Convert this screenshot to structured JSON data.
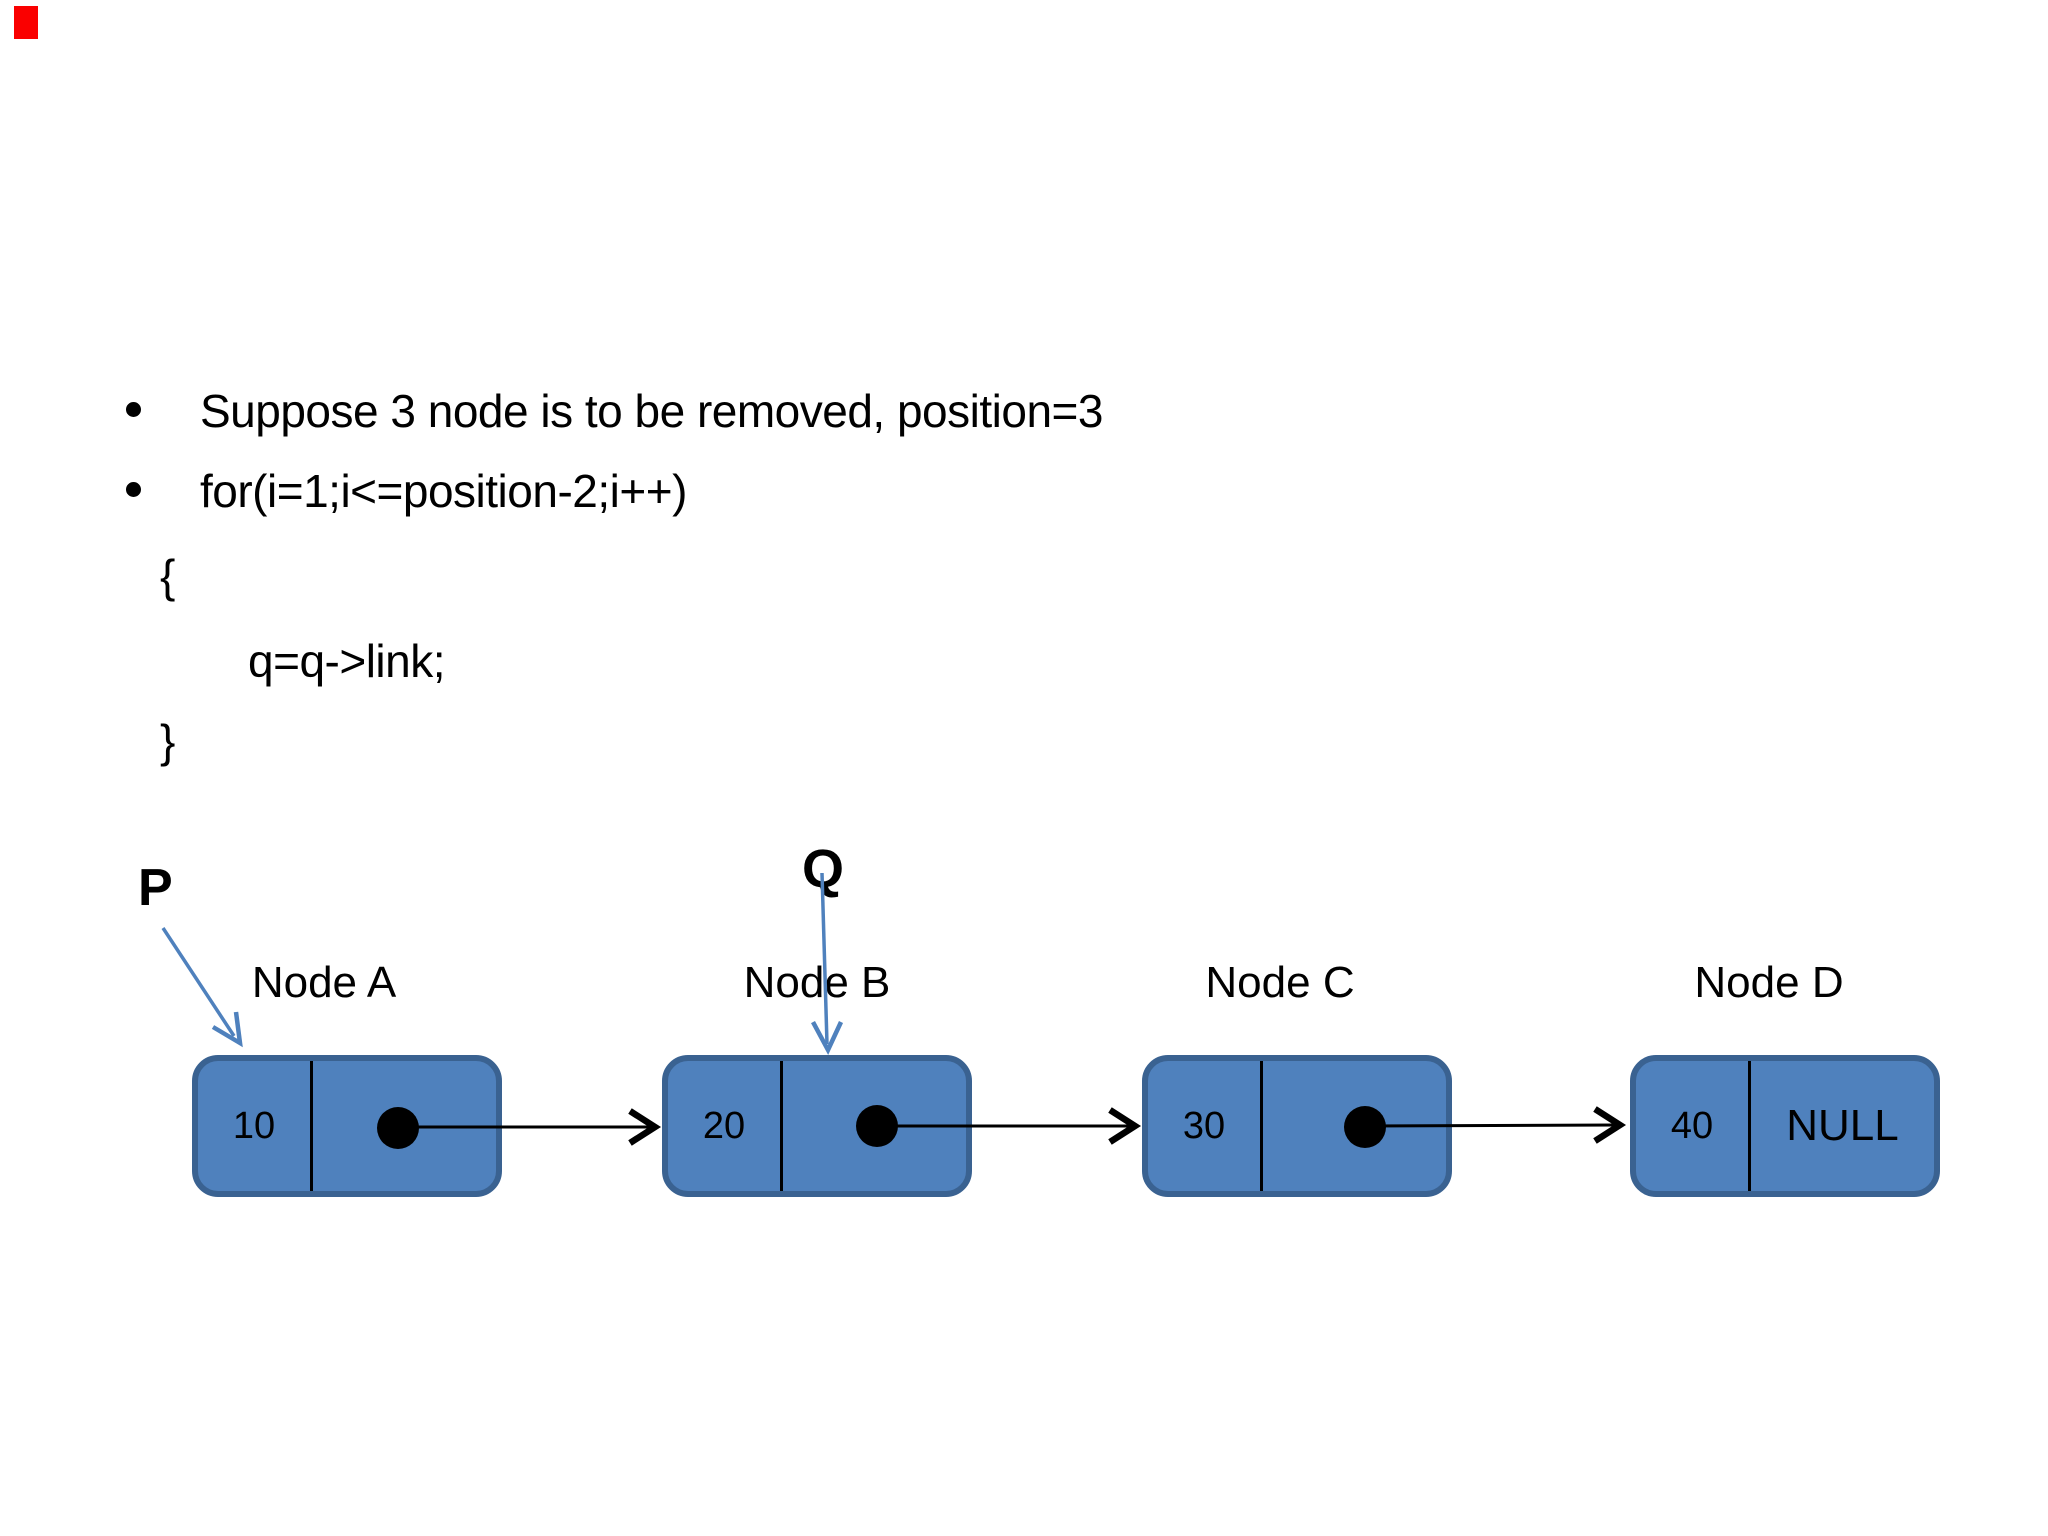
{
  "annotation_marker": {
    "color": "#fa0000"
  },
  "content": {
    "lines": [
      {
        "bullet": true,
        "text": "Suppose 3 node is to be removed, position=3"
      },
      {
        "bullet": true,
        "text": "for(i=1;i<=position-2;i++)"
      },
      {
        "bullet": false,
        "text": "{"
      },
      {
        "bullet": false,
        "text": "q=q->link;"
      },
      {
        "bullet": false,
        "text": "}"
      }
    ]
  },
  "diagram": {
    "pointers": [
      {
        "label": "P"
      },
      {
        "label": "Q"
      }
    ],
    "nodes": [
      {
        "title": "Node A",
        "value": "10",
        "link_text": ""
      },
      {
        "title": "Node B",
        "value": "20",
        "link_text": ""
      },
      {
        "title": "Node C",
        "value": "30",
        "link_text": ""
      },
      {
        "title": "Node D",
        "value": "40",
        "link_text": "NULL"
      }
    ],
    "colors": {
      "node_fill": "#4f81bd",
      "node_border": "#3a6291",
      "pointer_arrow": "#4f81bd",
      "link_arrow": "#000000",
      "text": "#000000"
    }
  }
}
